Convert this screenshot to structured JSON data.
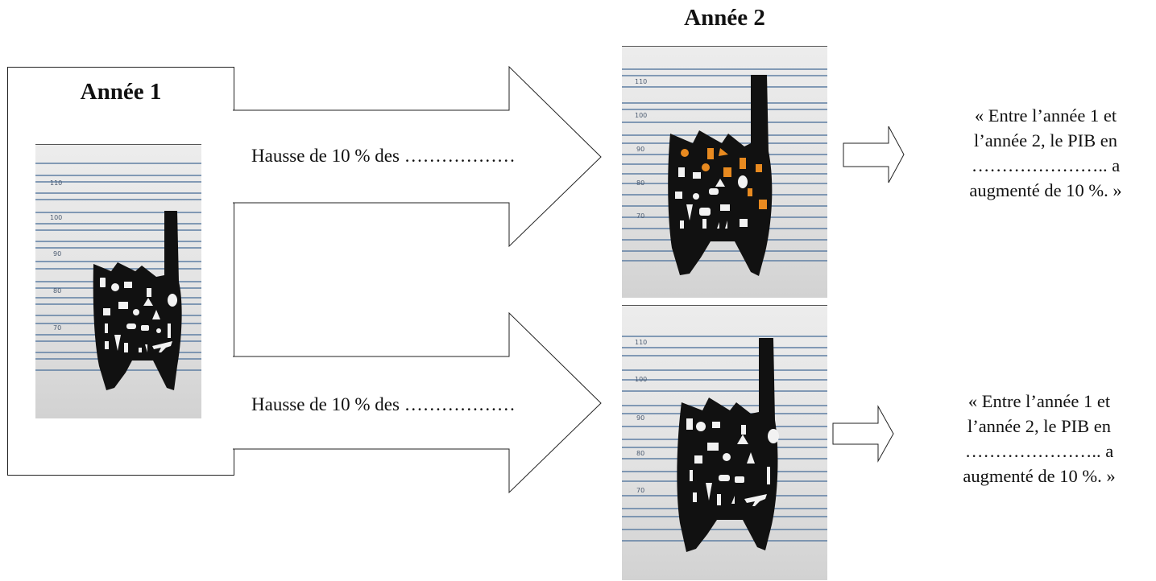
{
  "year1": {
    "title": "Année 1",
    "scale": [
      "110",
      "100",
      "90",
      "80",
      "70"
    ]
  },
  "year2": {
    "title": "Année 2",
    "scale": [
      "110",
      "100",
      "90",
      "80",
      "70"
    ]
  },
  "arrows": [
    {
      "label": "Hausse de 10 % des ………………"
    },
    {
      "label": "Hausse de 10 % des ………………"
    }
  ],
  "quotes": [
    {
      "lines": [
        "« Entre l’année 1 et",
        "l’année 2, le PIB en",
        "………………….. a",
        "augmenté de 10 %. »"
      ]
    },
    {
      "lines": [
        "« Entre l’année 1 et",
        "l’année 2, le PIB en",
        "………………….. a",
        "augmenté de 10 %. »"
      ]
    }
  ],
  "colors": {
    "line_blue": "#5f7fa3",
    "silhouette": "#111111",
    "highlight_orange": "#e88a20"
  }
}
